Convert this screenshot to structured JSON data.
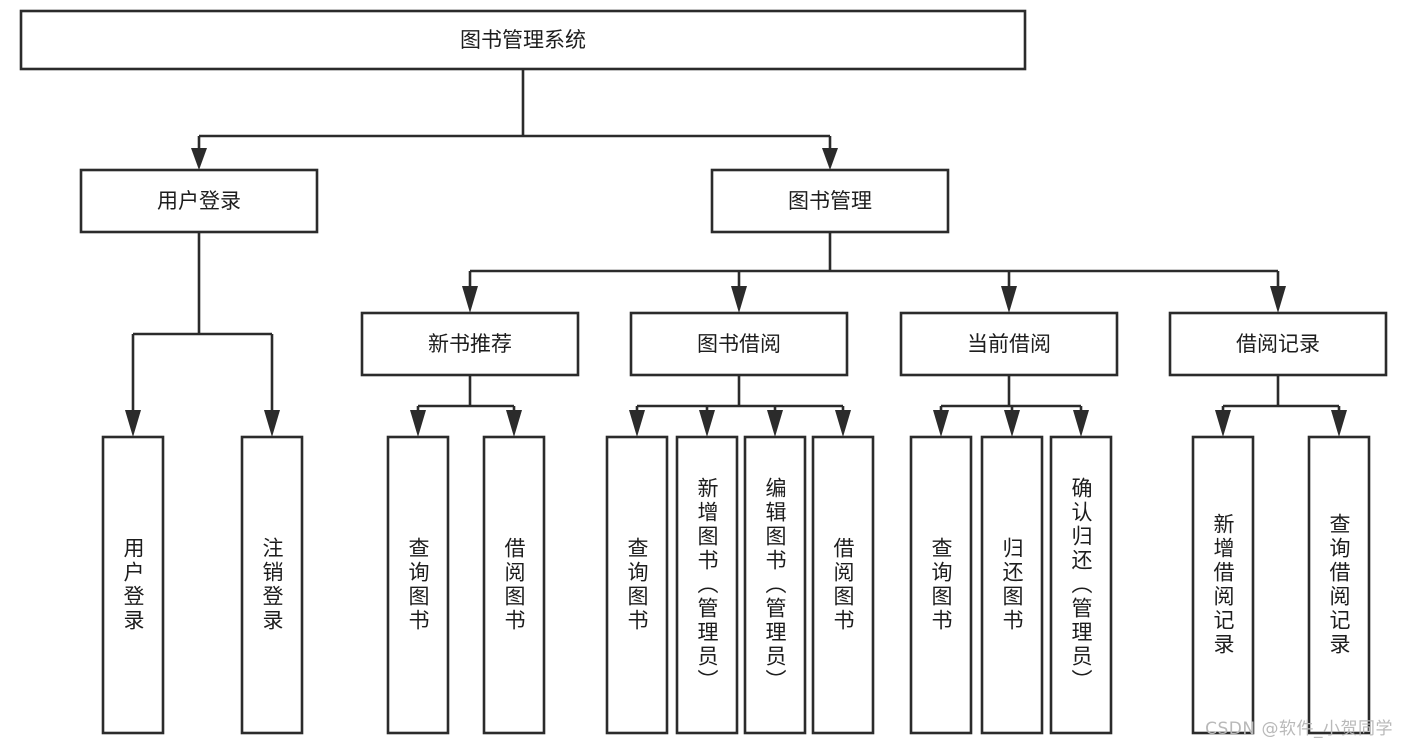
{
  "diagram": {
    "title": "图书管理系统",
    "type": "tree",
    "root": {
      "id": "root",
      "label": "图书管理系统",
      "orientation": "horizontal"
    },
    "level1": [
      {
        "id": "user-login",
        "label": "用户登录",
        "orientation": "horizontal"
      },
      {
        "id": "book-manage",
        "label": "图书管理",
        "orientation": "horizontal"
      }
    ],
    "level2": [
      {
        "id": "new-book-recommend",
        "label": "新书推荐",
        "orientation": "horizontal",
        "parent": "book-manage"
      },
      {
        "id": "book-borrow",
        "label": "图书借阅",
        "orientation": "horizontal",
        "parent": "book-manage"
      },
      {
        "id": "current-borrow",
        "label": "当前借阅",
        "orientation": "horizontal",
        "parent": "book-manage"
      },
      {
        "id": "borrow-record",
        "label": "借阅记录",
        "orientation": "horizontal",
        "parent": "book-manage"
      }
    ],
    "leaves": [
      {
        "id": "leaf-user-login",
        "label": "用户登录",
        "orientation": "vertical",
        "parent": "user-login"
      },
      {
        "id": "leaf-user-logout",
        "label": "注销登录",
        "orientation": "vertical",
        "parent": "user-login"
      },
      {
        "id": "leaf-query-book-1",
        "label": "查询图书",
        "orientation": "vertical",
        "parent": "new-book-recommend"
      },
      {
        "id": "leaf-borrow-book-1",
        "label": "借阅图书",
        "orientation": "vertical",
        "parent": "new-book-recommend"
      },
      {
        "id": "leaf-query-book-2",
        "label": "查询图书",
        "orientation": "vertical",
        "parent": "book-borrow"
      },
      {
        "id": "leaf-add-book",
        "label": "新增图书（管理员）",
        "orientation": "vertical",
        "parent": "book-borrow"
      },
      {
        "id": "leaf-edit-book",
        "label": "编辑图书（管理员）",
        "orientation": "vertical",
        "parent": "book-borrow"
      },
      {
        "id": "leaf-borrow-book-2",
        "label": "借阅图书",
        "orientation": "vertical",
        "parent": "book-borrow"
      },
      {
        "id": "leaf-query-book-3",
        "label": "查询图书",
        "orientation": "vertical",
        "parent": "current-borrow"
      },
      {
        "id": "leaf-return-book",
        "label": "归还图书",
        "orientation": "vertical",
        "parent": "current-borrow"
      },
      {
        "id": "leaf-confirm-return",
        "label": "确认归还（管理员）",
        "orientation": "vertical",
        "parent": "current-borrow"
      },
      {
        "id": "leaf-add-record",
        "label": "新增借阅记录",
        "orientation": "vertical",
        "parent": "borrow-record"
      },
      {
        "id": "leaf-query-record",
        "label": "查询借阅记录",
        "orientation": "vertical",
        "parent": "borrow-record"
      }
    ],
    "colors": {
      "stroke": "#2b2b2b",
      "box_fill": "#ffffff",
      "text": "#1d1d1d",
      "background": "#ffffff",
      "watermark": "#b9b9b9"
    }
  },
  "watermark": {
    "text": "CSDN @软件_小贺同学"
  }
}
